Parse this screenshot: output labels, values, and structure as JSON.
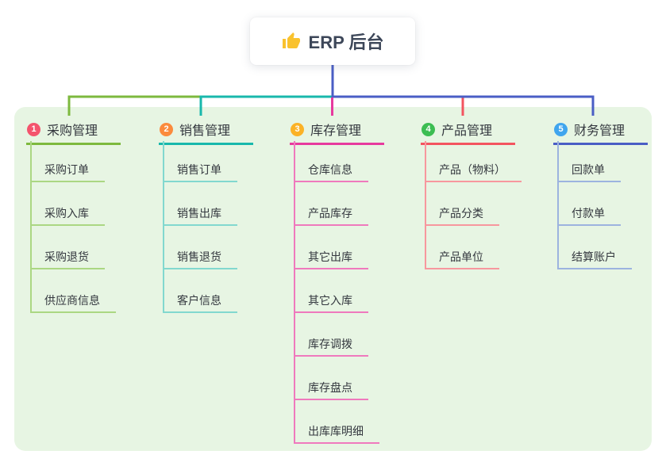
{
  "root": {
    "label": "ERP 后台",
    "icon": "thumbs-up-icon",
    "icon_color": "#f9c22e"
  },
  "panel": {
    "bg": "#e7f5e3"
  },
  "connector": {
    "root_line_color": "#4a5ec5"
  },
  "text_color": "#34383f",
  "branches": [
    {
      "num": "1",
      "label": "采购管理",
      "badge_color": "#f4546d",
      "line_color": "#7db93e",
      "child_line_color": "#abd783",
      "children": [
        "采购订单",
        "采购入库",
        "采购退货",
        "供应商信息"
      ]
    },
    {
      "num": "2",
      "label": "销售管理",
      "badge_color": "#fb8b3d",
      "line_color": "#19b8ac",
      "child_line_color": "#82d8cf",
      "children": [
        "销售订单",
        "销售出库",
        "销售退货",
        "客户信息"
      ]
    },
    {
      "num": "3",
      "label": "库存管理",
      "badge_color": "#fbb226",
      "line_color": "#e73a9e",
      "child_line_color": "#ef79bd",
      "children": [
        "仓库信息",
        "产品库存",
        "其它出库",
        "其它入库",
        "库存调拨",
        "库存盘点",
        "出库库明细"
      ]
    },
    {
      "num": "4",
      "label": "产品管理",
      "badge_color": "#3cbd52",
      "line_color": "#f3545f",
      "child_line_color": "#f7979e",
      "children": [
        "产品（物料）",
        "产品分类",
        "产品单位"
      ]
    },
    {
      "num": "5",
      "label": "财务管理",
      "badge_color": "#40a5ee",
      "line_color": "#4a5ec5",
      "child_line_color": "#9cb3df",
      "children": [
        "回款单",
        "付款单",
        "结算账户"
      ]
    }
  ]
}
